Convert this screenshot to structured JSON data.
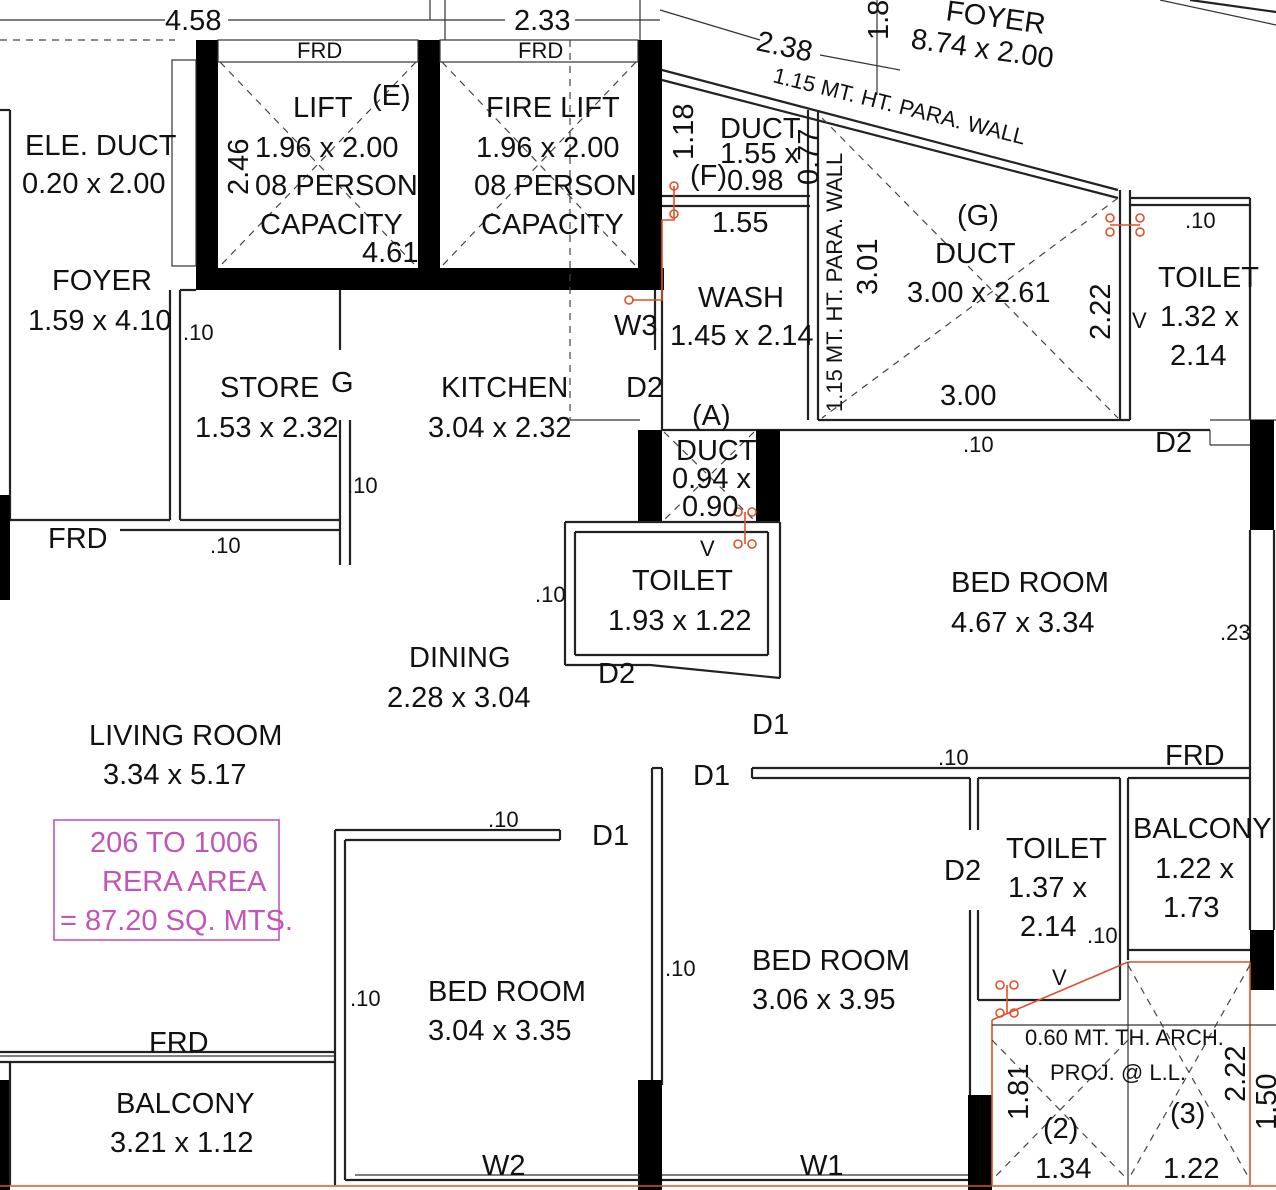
{
  "rooms": {
    "foyer_top": {
      "name": "FOYER",
      "size": "8.74 x 2.00"
    },
    "ele_duct": {
      "name": "ELE. DUCT",
      "size": "0.20 x 2.00"
    },
    "foyer": {
      "name": "FOYER",
      "size": "1.59 x 4.10"
    },
    "lift": {
      "name": "LIFT",
      "tag": "(E)",
      "size": "1.96 x 2.00",
      "line3": "08 PERSON",
      "line4": "CAPACITY"
    },
    "fire_lift": {
      "name": "FIRE LIFT",
      "size": "1.96 x 2.00",
      "line3": "08 PERSON",
      "line4": "CAPACITY"
    },
    "duct_f": {
      "name": "DUCT",
      "line2": "1.55 x",
      "tag": "(F)",
      "line3": "0.98"
    },
    "duct_g": {
      "tag": "(G)",
      "name": "DUCT",
      "size": "3.00 x 2.61"
    },
    "toilet_top_right": {
      "name": "TOILET",
      "line2": "1.32 x",
      "line3": "2.14"
    },
    "wash": {
      "name": "WASH",
      "size": "1.45 x 2.14"
    },
    "store": {
      "name": "STORE",
      "size": "1.53 x 2.32"
    },
    "kitchen": {
      "name": "KITCHEN",
      "size": "3.04 x 2.32"
    },
    "duct_a": {
      "tag": "(A)",
      "name": "DUCT",
      "line2": "0.94 x",
      "line3": "0.90"
    },
    "toilet_middle": {
      "name": "TOILET",
      "size": "1.93 x 1.22"
    },
    "bedroom_right": {
      "name": "BED ROOM",
      "size": "4.67 x 3.34"
    },
    "dining": {
      "name": "DINING",
      "size": "2.28 x 3.04"
    },
    "living": {
      "name": "LIVING ROOM",
      "size": "3.34 x 5.17"
    },
    "toilet_lower": {
      "name": "TOILET",
      "line2": "1.37 x",
      "line3": "2.14"
    },
    "balcony_right": {
      "name": "BALCONY",
      "line2": "1.22 x",
      "line3": "1.73"
    },
    "bedroom_mid": {
      "name": "BED ROOM",
      "size": "3.06 x 3.95"
    },
    "bedroom_left": {
      "name": "BED ROOM",
      "size": "3.04 x 3.35"
    },
    "balcony_left": {
      "name": "BALCONY",
      "size": "3.21 x 1.12"
    }
  },
  "rera": {
    "line1": "206 TO 1006",
    "line2": "RERA AREA",
    "line3": "= 87.20  SQ. MTS."
  },
  "arch": {
    "line1": "0.60 MT. TH. ARCH.",
    "line2": "PROJ. @ L.L.",
    "tag2": "(2)",
    "tag3": "(3)",
    "w2": "1.34",
    "w3": "1.22",
    "h1": "1.81",
    "h2": "2.22",
    "h3": "1.50"
  },
  "dimensions": {
    "top_a": "4.58",
    "top_b": "2.33",
    "top_c": "2.38",
    "top_d": "1.8",
    "lift_h": "2.46",
    "lift_w": "4.61",
    "duct_f_h": "1.18",
    "duct_f_w": "1.55",
    "duct_f_v": "0.77",
    "duct_g_h": "3.01",
    "duct_g_w": "3.00",
    "duct_g_v": "2.22"
  },
  "annotations": {
    "para_wall_diag": "1.15 MT. HT. PARA. WALL",
    "para_wall_vert": "1.15 MT. HT. PARA. WALL"
  },
  "labels": {
    "frd": "FRD",
    "d1": "D1",
    "d2": "D2",
    "w1": "W1",
    "w2": "W2",
    "w3": "W3",
    "v": "V",
    "g": "G",
    "t10": ".10",
    "t23": ".23"
  }
}
